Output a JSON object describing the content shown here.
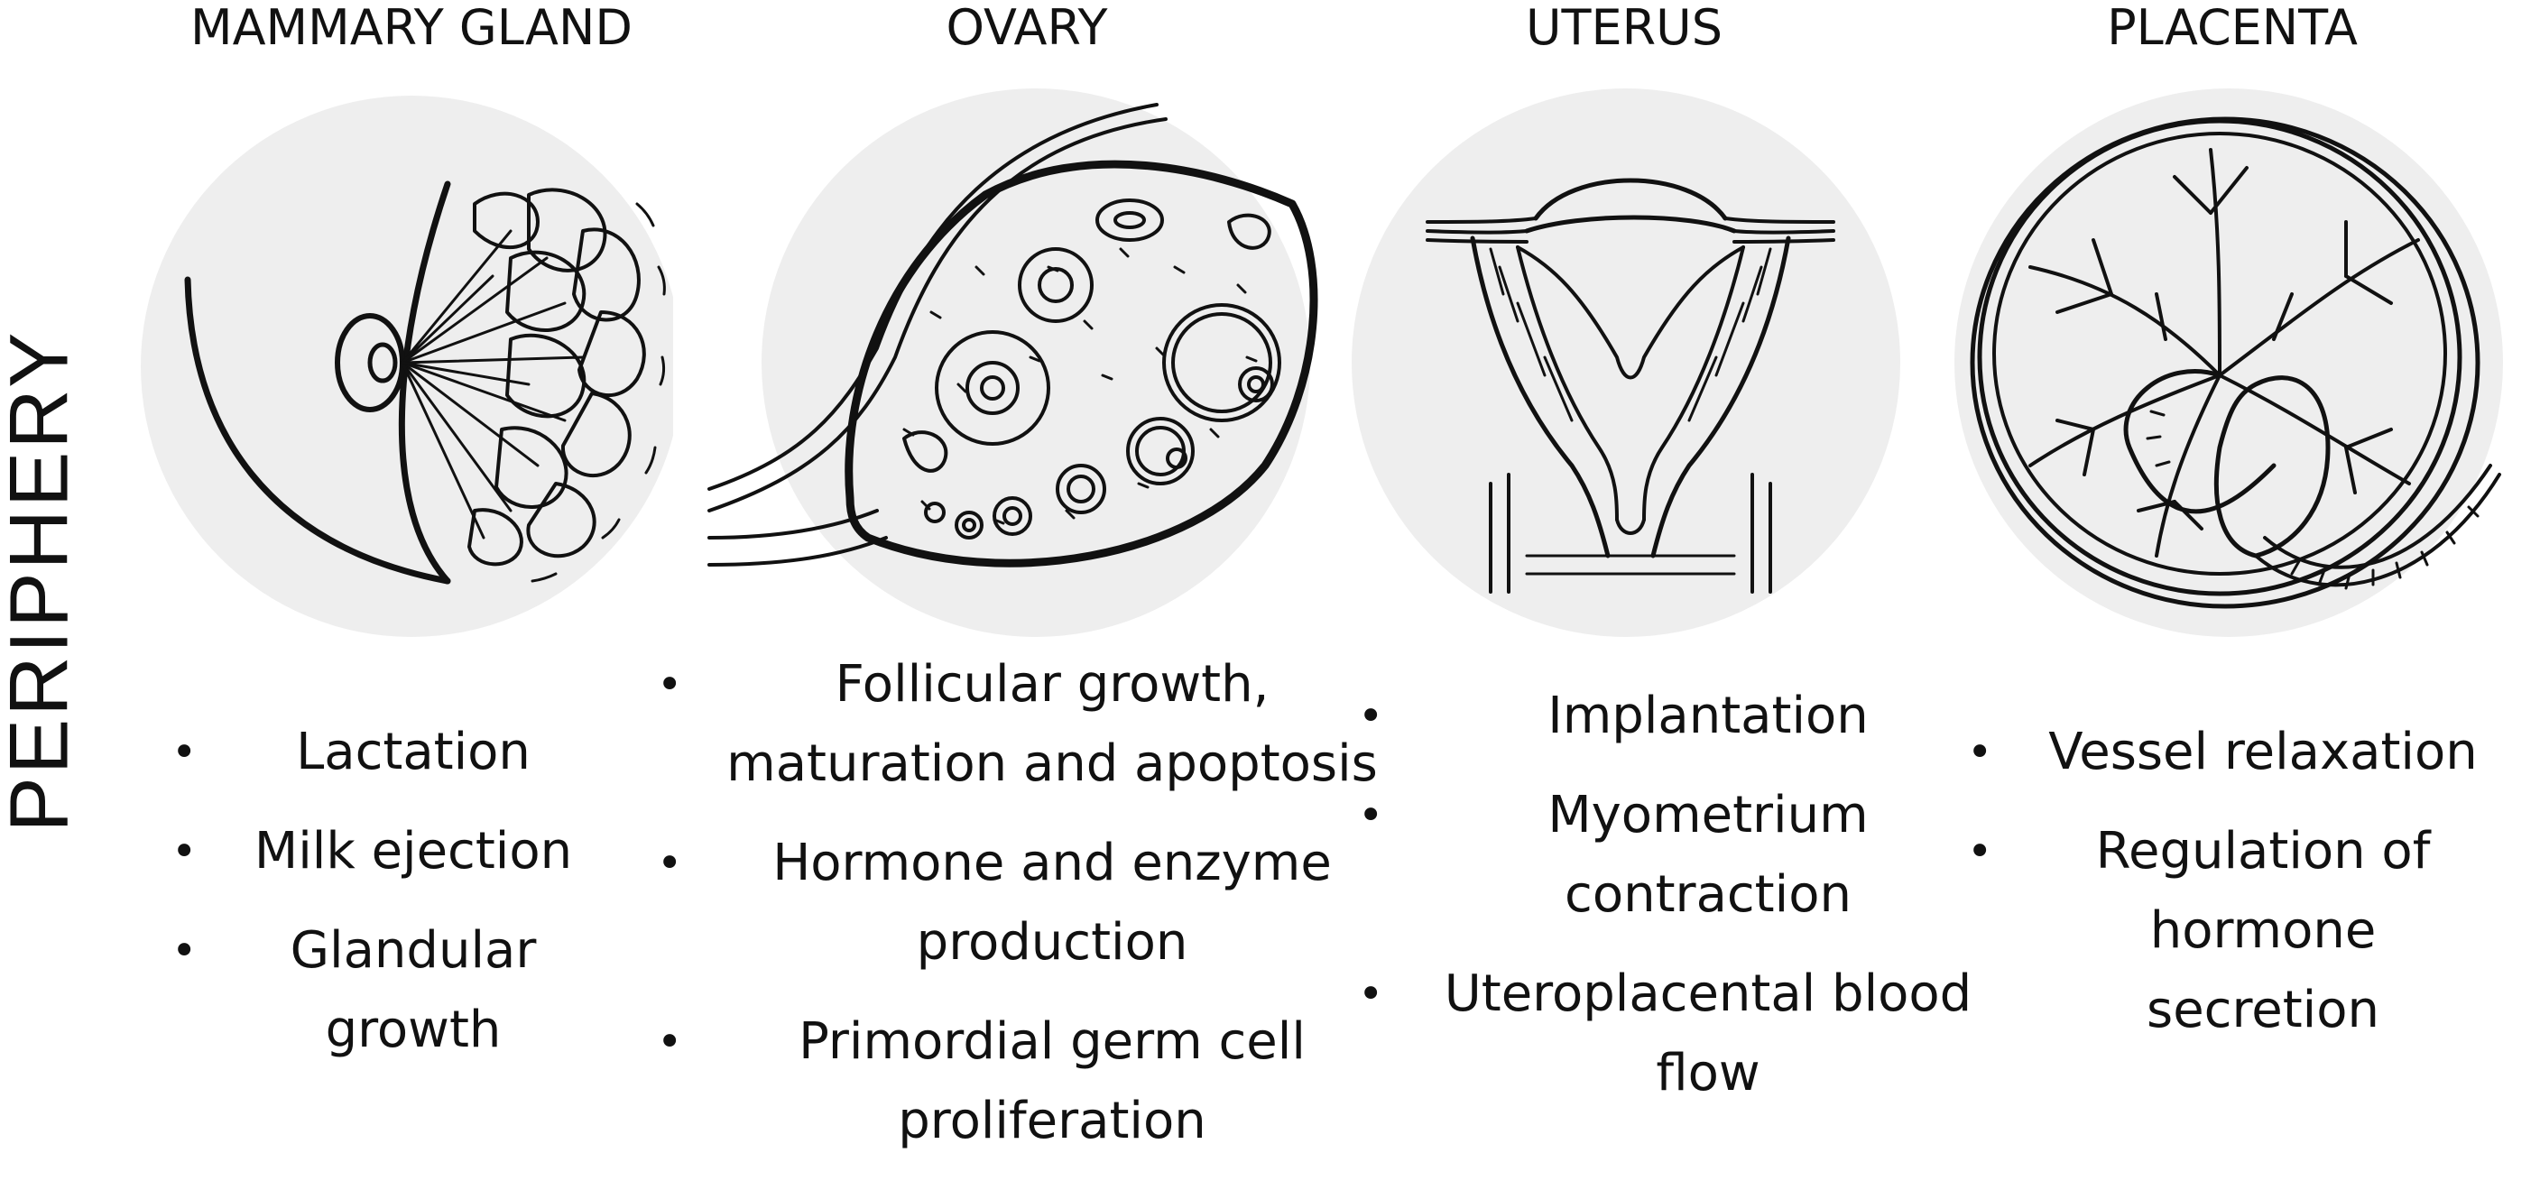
{
  "side_label": "PERIPHERY",
  "organs": [
    {
      "id": "mammary",
      "title": "MAMMARY GLAND",
      "icon": "breast-anatomy-icon",
      "functions": [
        [
          "Lactation"
        ],
        [
          "Milk ejection"
        ],
        [
          "Glandular",
          "growth"
        ]
      ]
    },
    {
      "id": "ovary",
      "title": "OVARY",
      "icon": "ovary-anatomy-icon",
      "functions": [
        [
          "Follicular growth,",
          "maturation and apoptosis"
        ],
        [
          "Hormone and enzyme",
          "production"
        ],
        [
          "Primordial germ cell",
          "proliferation"
        ]
      ]
    },
    {
      "id": "uterus",
      "title": "UTERUS",
      "icon": "uterus-anatomy-icon",
      "functions": [
        [
          "Implantation"
        ],
        [
          "Myometrium",
          "contraction"
        ],
        [
          "Uteroplacental blood",
          "flow"
        ]
      ]
    },
    {
      "id": "placenta",
      "title": "PLACENTA",
      "icon": "placenta-anatomy-icon",
      "functions": [
        [
          "Vessel relaxation"
        ],
        [
          "Regulation of",
          "hormone",
          "secretion"
        ]
      ]
    }
  ],
  "colors": {
    "circle_fill": "#eeeeee",
    "ink": "#111111"
  }
}
